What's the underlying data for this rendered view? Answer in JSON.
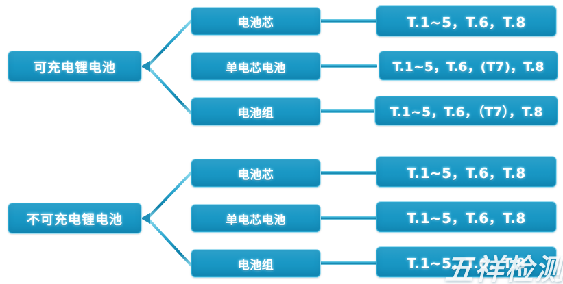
{
  "diagram": {
    "type": "tree",
    "groups": [
      {
        "id": "rechargeable",
        "root": {
          "label": "可充电锂电池"
        },
        "branches": [
          {
            "category": "电池芯",
            "tests": "T.1~5，T.6，T.8"
          },
          {
            "category": "单电芯电池",
            "tests": "T.1~5，T.6，(T7)，T.8"
          },
          {
            "category": "电池组",
            "tests": "T.1~5，T.6，（T7），T.8"
          }
        ]
      },
      {
        "id": "non-rechargeable",
        "root": {
          "label": "不可充电锂电池"
        },
        "branches": [
          {
            "category": "电池芯",
            "tests": "T.1~5，T.6，T.8"
          },
          {
            "category": "单电芯电池",
            "tests": "T.1~5，T.6，T.8"
          },
          {
            "category": "电池组",
            "tests": "T.1~5，T.6，T.8"
          }
        ]
      }
    ]
  },
  "watermark": {
    "text": "五祥检测"
  },
  "colors": {
    "box_fill": "#1596c4",
    "box_border": "#9fdcef",
    "box_inner_border": "#2ba6cf",
    "connector": "#2ba6cf",
    "text": "#ffffff",
    "background": "#ffffff"
  }
}
